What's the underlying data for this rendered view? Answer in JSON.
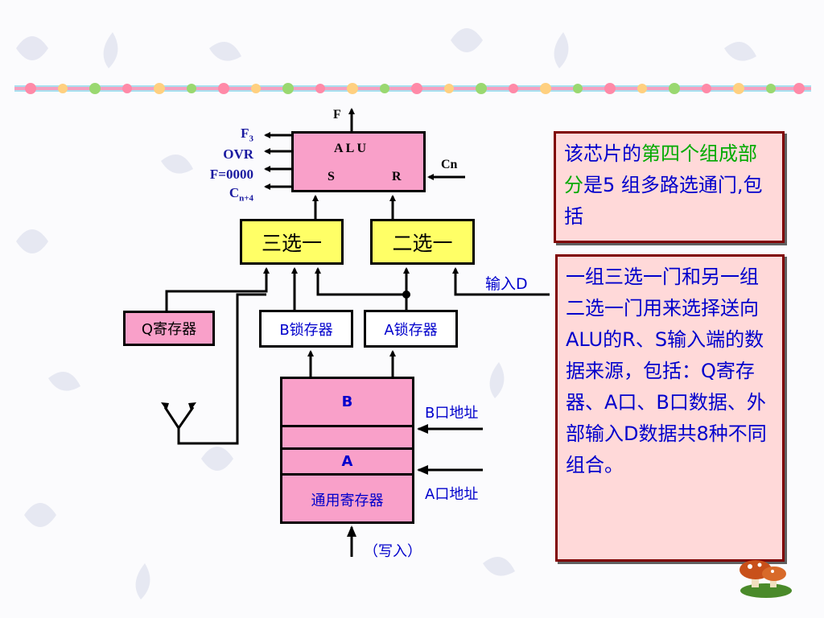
{
  "alu": {
    "title": "A  L  U",
    "s": "S",
    "r": "R",
    "f_out": "F",
    "cn": "Cn"
  },
  "flags": {
    "f3_main": "F",
    "f3_sub": "3",
    "ovr": "OVR",
    "fzero": "F=0000",
    "cn4_main": "C",
    "cn4_sub": "n+4"
  },
  "mux3": "三选一",
  "mux2": "二选一",
  "input_d": "输入D",
  "qreg": "Q寄存器",
  "b_latch": "B锁存器",
  "a_latch": "A锁存器",
  "regfile": {
    "b": "B",
    "a": "A",
    "name": "通用寄存器"
  },
  "b_addr": "B口地址",
  "a_addr": "A口地址",
  "write": "（写入）",
  "note1": {
    "p1": "该芯片的",
    "p2": "第四个组成部分",
    "p3": "是5 组多路选通门,包括"
  },
  "note2": "一组三选一门和另一组二选一门用来选择送向ALU的R、S输入端的数据来源，包括：Q寄存器、A口、B口数据、外部输入D数据共8种不同组合。"
}
